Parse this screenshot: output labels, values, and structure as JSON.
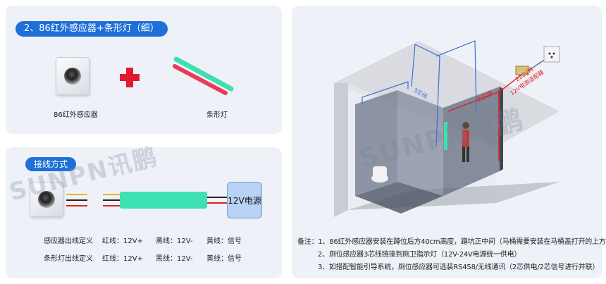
{
  "section1": {
    "title": "2、86红外感应器+条形灯（细）",
    "sensor_label": "86红外感应器",
    "strip_label": "条形灯"
  },
  "section2": {
    "title": "接线方式",
    "power_label": "12V电源",
    "rows": [
      {
        "name": "感应器出线定义",
        "red": "红线：12V+",
        "black": "黑线：12V-",
        "yellow": "黄线：信号"
      },
      {
        "name": "条形灯出线定义",
        "red": "红线：12V+",
        "black": "黑线：12V-",
        "yellow": "黄线：信号"
      }
    ]
  },
  "watermark": "SUNPN讯鹏",
  "scene": {
    "wire3": "3芯线",
    "wire2": "2芯线",
    "adapter": [
      "220V转",
      "12V电源适配器"
    ]
  },
  "notes": [
    "备注：1、86红外感应器安装在蹲位后方40cm高度，蹲坑正中间（马桶需要安装在马桶盖打开的上方）",
    "2、厕位感应器3芯线链接到厕卫指示灯（12V-24V电源统一供电）",
    "3、如搭配智能引导系统，厕位感应器可选装RS458/无线通讯（2芯供电/2芯信号进行并联）"
  ],
  "colors": {
    "accent": "#1f6fd9",
    "strip": "#3de0b0",
    "wire_red": "#e02020",
    "wire_yellow": "#f0b400",
    "wire_black": "#222222"
  }
}
